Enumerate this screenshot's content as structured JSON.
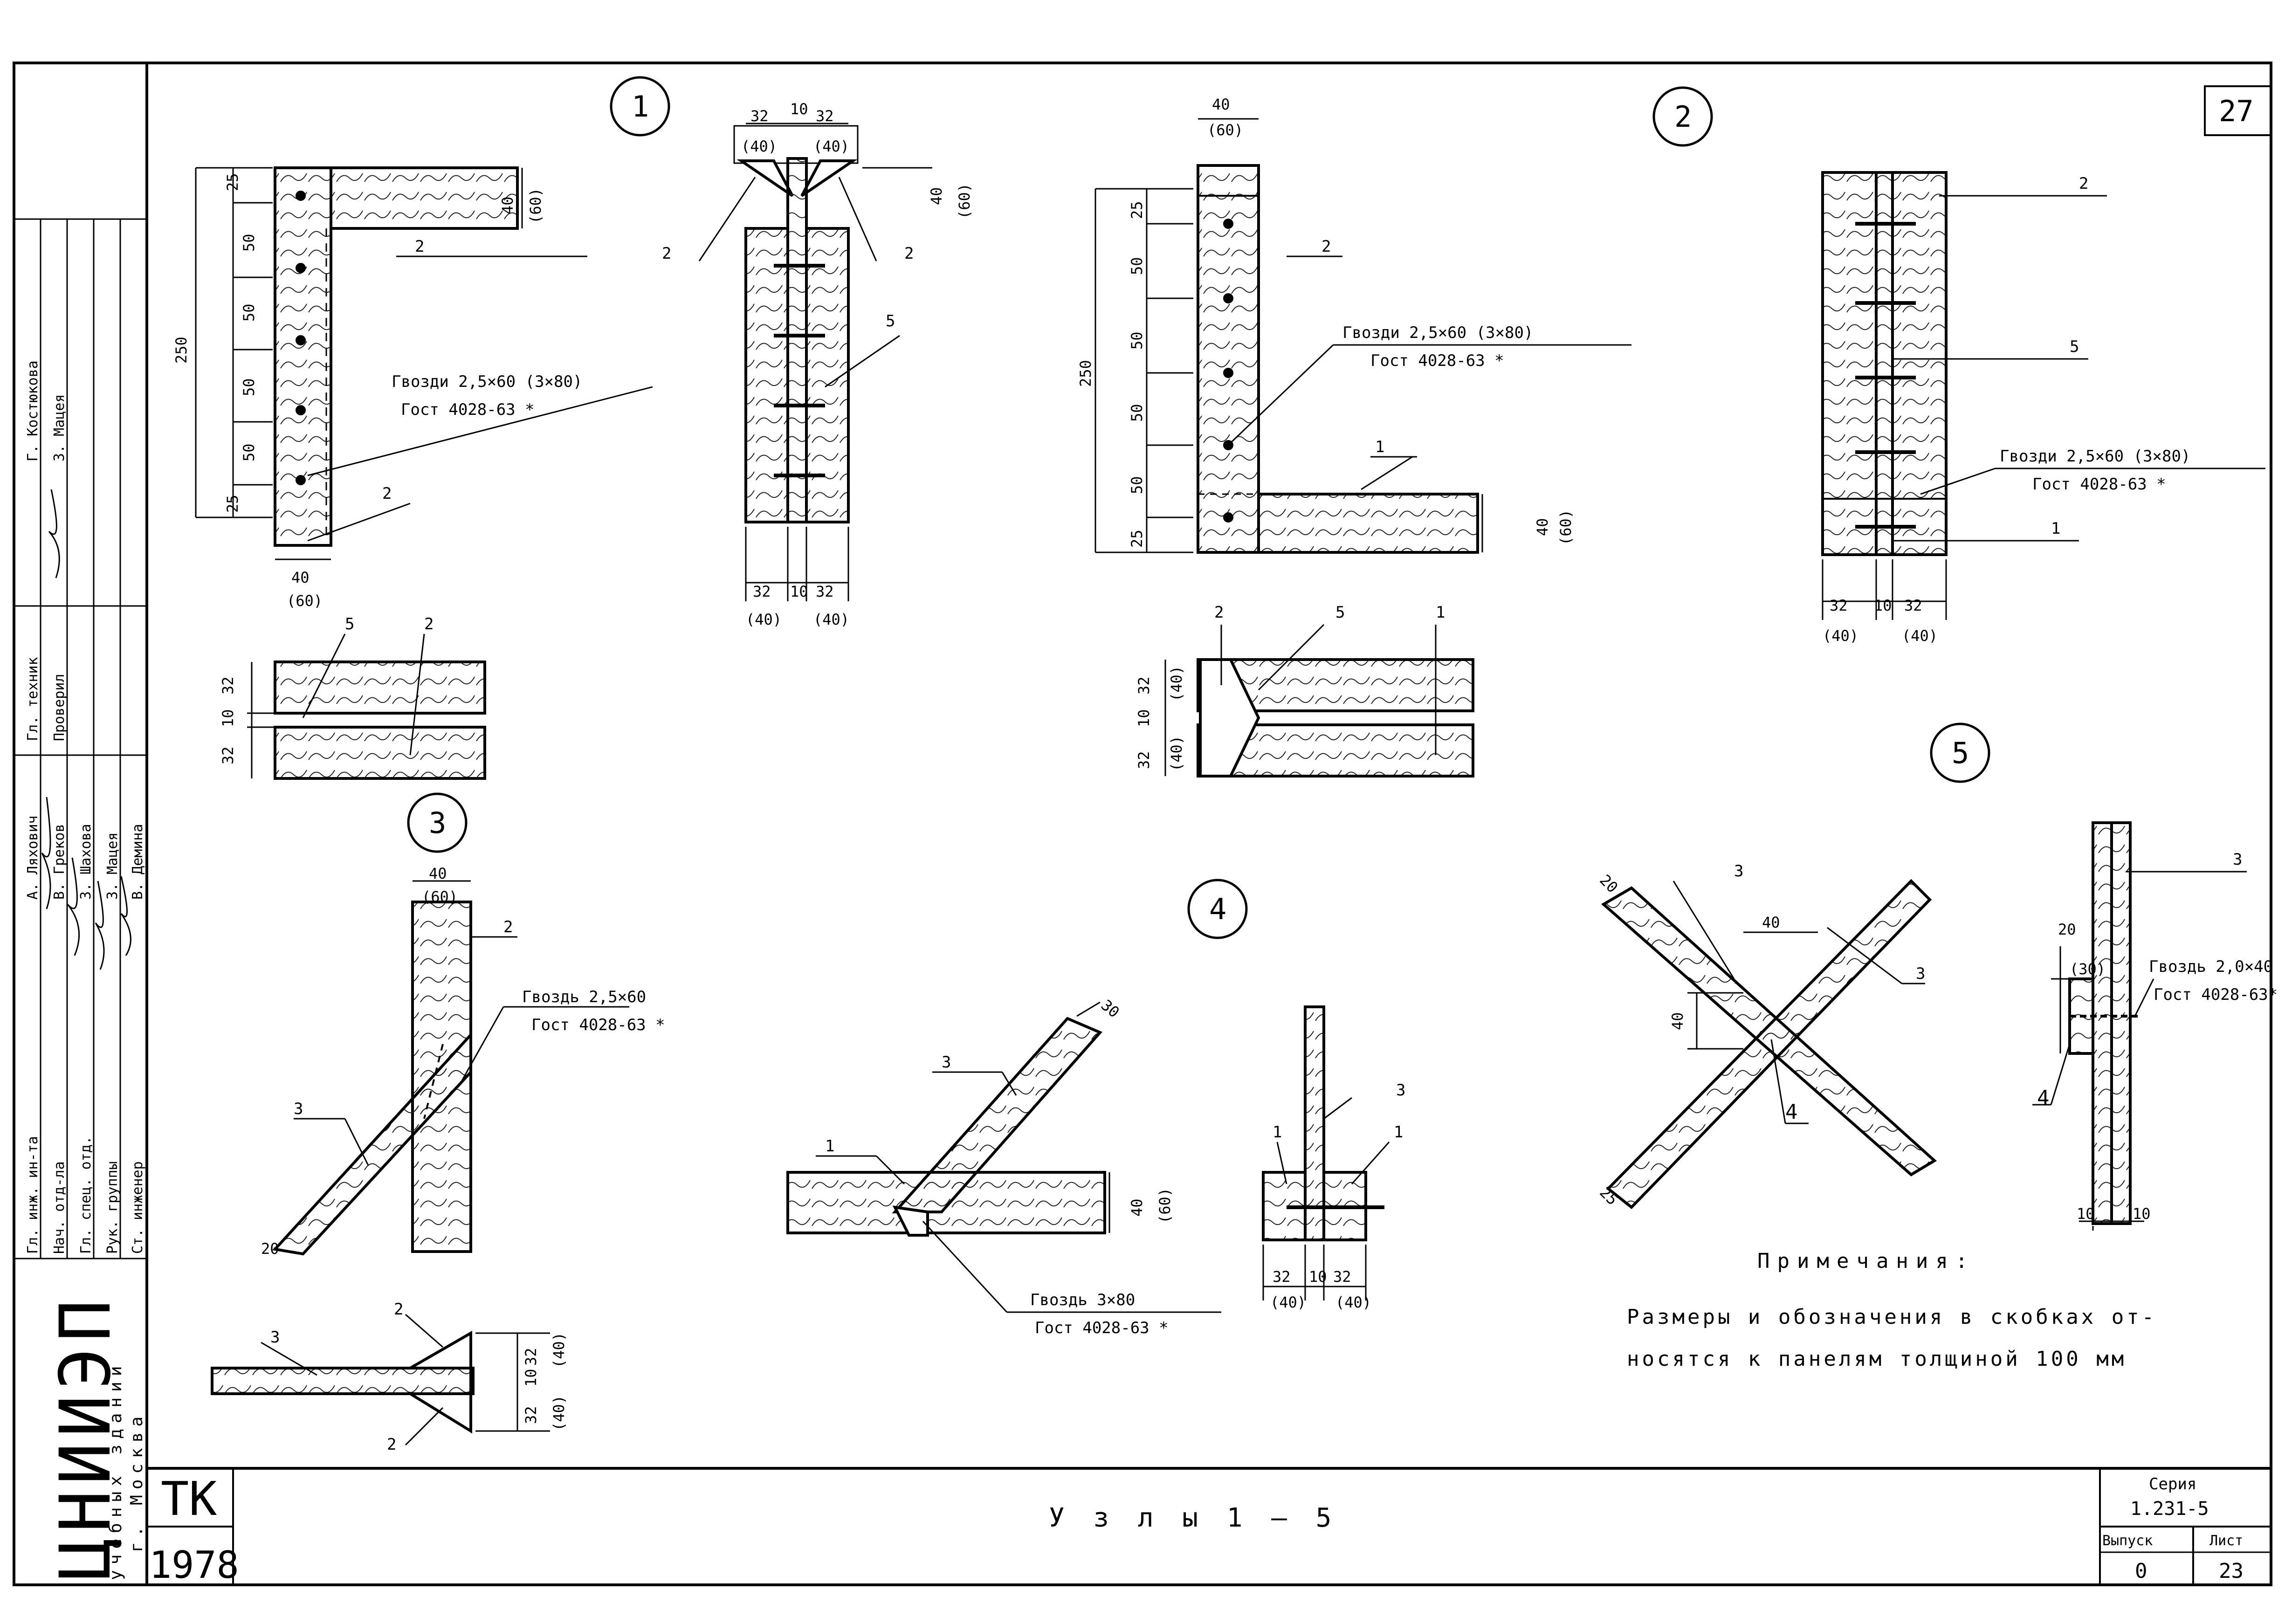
{
  "sheet": {
    "page_number": "27",
    "drawing_title": "У з л ы   1 – 5",
    "series_label": "Серия",
    "series_value": "1.231-5",
    "issue_label": "Выпуск",
    "issue_value": "0",
    "sheet_label": "Лист",
    "sheet_value": "23",
    "tk": "ТК",
    "year": "1978",
    "org_logo": "ЦНИИЭП",
    "org_sub1": "учебных зданий",
    "org_sub2": "г. Москва"
  },
  "stamp": {
    "roles": [
      "Гл. инж. ин-та",
      "Нач. отд-ла",
      "Гл. спец. отд.",
      "Рук. группы",
      "Ст. инженер"
    ],
    "names": [
      "А. Ляхович",
      "В. Греков",
      "З. Шахова",
      "З. Мацея",
      "В. Демина"
    ],
    "top_roles": [
      "Гл. техник",
      "Проверил"
    ],
    "top_names": [
      "Г. Костюкова",
      "З. Мацея"
    ]
  },
  "nodes": [
    "1",
    "2",
    "3",
    "4",
    "5"
  ],
  "parts": {
    "p1": "1",
    "p2": "2",
    "p3": "3",
    "p4": "4",
    "p5": "5"
  },
  "nails": {
    "a1": "Гвозди 2,5×60 (3×80)",
    "a2": "Гост 4028-63 *",
    "b1": "Гвоздь 2,5×60",
    "b2": "Гост 4028-63 *",
    "c1": "Гвоздь 3×80",
    "c2": "Гост 4028-63 *",
    "d1": "Гвоздь 2,0×40",
    "d2": "Гост 4028-63*"
  },
  "dims": {
    "d25": "25",
    "d50": "50",
    "d250": "250",
    "d40": "40",
    "d60": "(60)",
    "d32": "32",
    "d10": "10",
    "d40p": "(40)",
    "d20": "20",
    "d30": "(30)",
    "d30b": "30"
  },
  "notes": {
    "heading": "Примечания:",
    "line1": "Размеры и обозначения в скобках от-",
    "line2": "носятся к панелям толщиной 100 мм"
  }
}
